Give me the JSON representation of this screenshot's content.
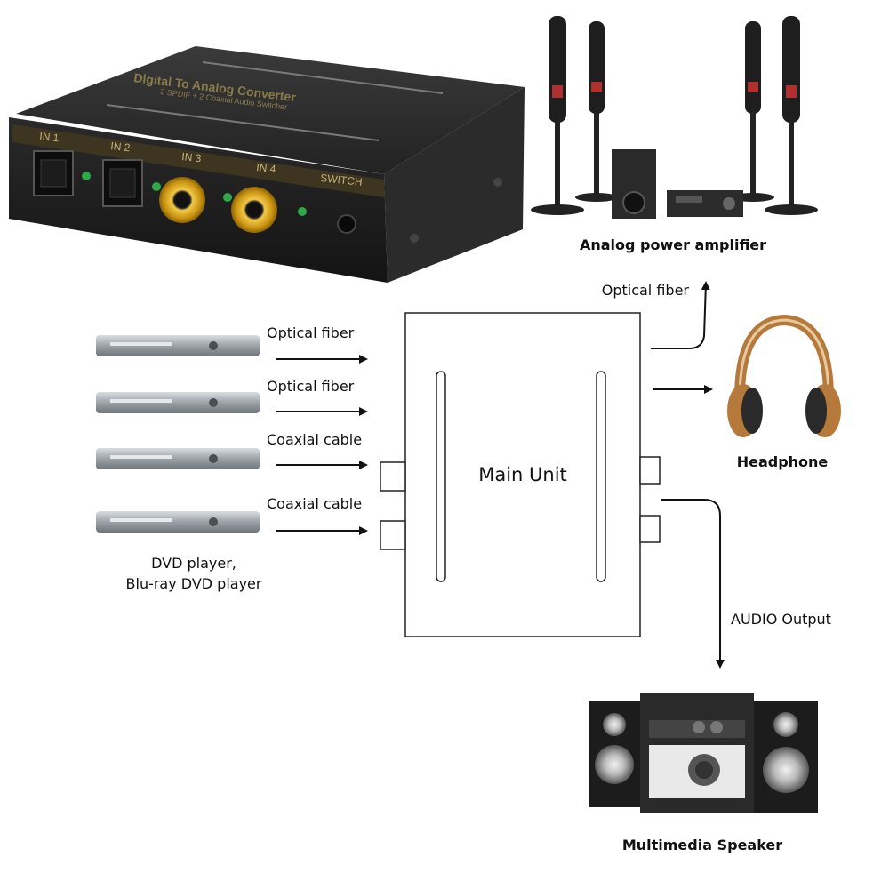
{
  "device": {
    "title": "Digital To Analog Converter",
    "subtitle": "2 SPDIF + 2 Coaxial Audio Switcher",
    "ports": [
      "IN 1",
      "IN 2",
      "IN 3",
      "IN 4"
    ],
    "switch_label": "SWITCH"
  },
  "labels": {
    "amplifier": "Analog power amplifier",
    "out_optical": "Optical fiber",
    "headphone": "Headphone",
    "audio_output": "AUDIO  Output",
    "speaker": "Multimedia Speaker",
    "main_unit": "Main Unit",
    "source_line1": "DVD player,",
    "source_line2": "Blu-ray DVD player"
  },
  "inputs": [
    {
      "cable": "Optical fiber"
    },
    {
      "cable": "Optical fiber"
    },
    {
      "cable": "Coaxial cable"
    },
    {
      "cable": "Coaxial cable"
    }
  ],
  "colors": {
    "device_body": "#1f1f1f",
    "gold_connector": "#d4a017",
    "led_green": "#2fa84a",
    "headphone_brown": "#b5793c"
  }
}
